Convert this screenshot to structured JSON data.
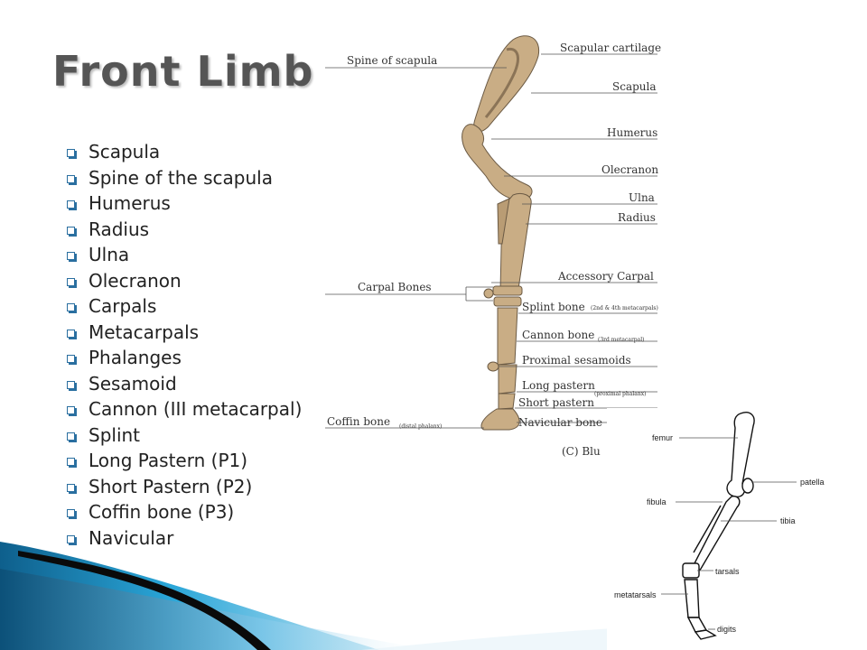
{
  "slide": {
    "title": "Front Limb",
    "bullets": [
      "Scapula",
      "Spine of the scapula",
      "Humerus",
      "Radius",
      "Ulna",
      "Olecranon",
      "Carpals",
      "Metacarpals",
      "Phalanges",
      "Sesamoid",
      "Cannon (III metacarpal)",
      "Splint",
      "Long Pastern (P1)",
      "Short Pastern (P2)",
      "Coffin bone (P3)",
      "Navicular"
    ]
  },
  "front_figure": {
    "labels_left": {
      "spine": "Spine of scapula",
      "carpal": "Carpal Bones",
      "coffin": "Coffin bone",
      "coffin_note": "(distal phalanx)"
    },
    "labels_right": {
      "cartilage": "Scapular cartilage",
      "scapula": "Scapula",
      "humerus": "Humerus",
      "olecranon": "Olecranon",
      "ulna": "Ulna",
      "radius": "Radius",
      "accessory": "Accessory Carpal",
      "splint": "Splint bone",
      "splint_note": "(2nd & 4th metacarpals)",
      "cannon": "Cannon bone",
      "cannon_note": "(3rd metacarpal)",
      "sesamoid": "Proximal sesamoids",
      "long": "Long pastern",
      "long_note": "(proximal phalanx)",
      "short": "Short pastern",
      "navicular": "Navicular bone",
      "caption": "(C) Blu"
    },
    "bone_color": "#c9ad85"
  },
  "hind_figure": {
    "labels": {
      "femur": "femur",
      "patella": "patella",
      "fibula": "fibula",
      "tibia": "tibia",
      "tarsals": "tarsals",
      "metatarsals": "metatarsals",
      "digits": "digits"
    }
  },
  "theme": {
    "title_color": "#555555",
    "bullet_color": "#2a6fa0",
    "swoosh_colors": [
      "#0e5f8c",
      "#2aa6d8",
      "#0a0a0a"
    ]
  }
}
